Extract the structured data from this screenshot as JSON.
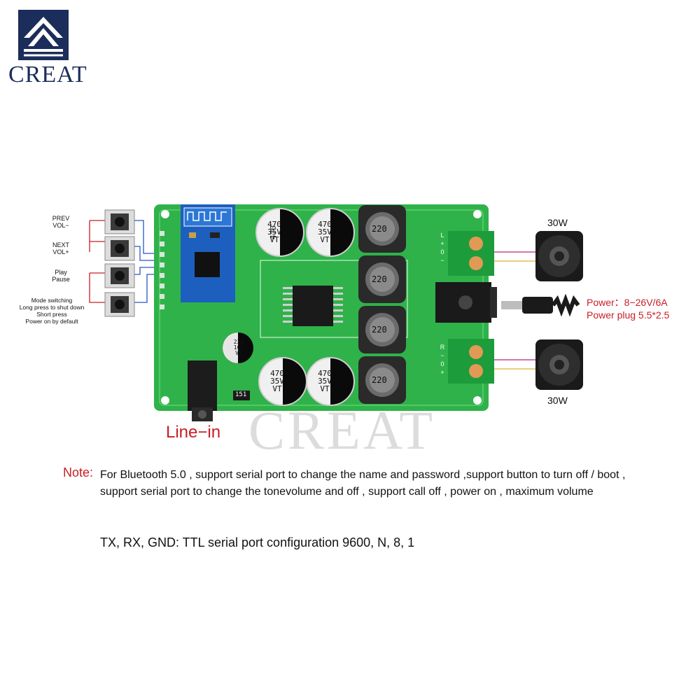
{
  "brand": {
    "logo_text": "CREAT",
    "watermark": "CREAT"
  },
  "buttons": [
    {
      "lines": [
        "PREV",
        "VOL−"
      ]
    },
    {
      "lines": [
        "NEXT",
        "VOL+"
      ]
    },
    {
      "lines": [
        "Play",
        "Pause"
      ]
    },
    {
      "lines": [
        "Mode switching",
        "Long press to shut down",
        "Short press",
        "Power on by default"
      ]
    }
  ],
  "board": {
    "capacitor_top_left": [
      "470",
      "35V",
      "VT"
    ],
    "capacitor_top_right": [
      "470",
      "35V",
      "VT"
    ],
    "capacitor_bottom_left": [
      "470",
      "35V",
      "VT"
    ],
    "capacitor_bottom_right": [
      "470",
      "35V",
      "VT"
    ],
    "small_capacitor": [
      "220",
      "10V",
      "VT"
    ],
    "inductors": [
      "220",
      "220",
      "220",
      "220"
    ],
    "resistor_code": "151",
    "terminal_top_marks": [
      "L",
      "+",
      "0",
      "−"
    ],
    "terminal_bottom_marks": [
      "R",
      "−",
      "0",
      "+"
    ]
  },
  "labels": {
    "line_in": "Line−in",
    "speaker_top": "30W",
    "speaker_bottom": "30W",
    "power_line1": "Power：8−26V/6A",
    "power_line2": "Power plug 5.5*2.5"
  },
  "note": {
    "label": "Note:",
    "text": "For Bluetooth 5.0 , support serial port to change the name and password ,support button to turn off / boot , support serial port to change the tonevolume and off , support call off , power on , maximum volume"
  },
  "serial": "TX, RX, GND: TTL serial port configuration 9600, N, 8, 1",
  "colors": {
    "pcb": "#2fb24a",
    "pcb_dark": "#1f8f38",
    "terminal": "#1c9c3a",
    "accent_red": "#c81e24",
    "logo_blue": "#1b2d5a"
  }
}
